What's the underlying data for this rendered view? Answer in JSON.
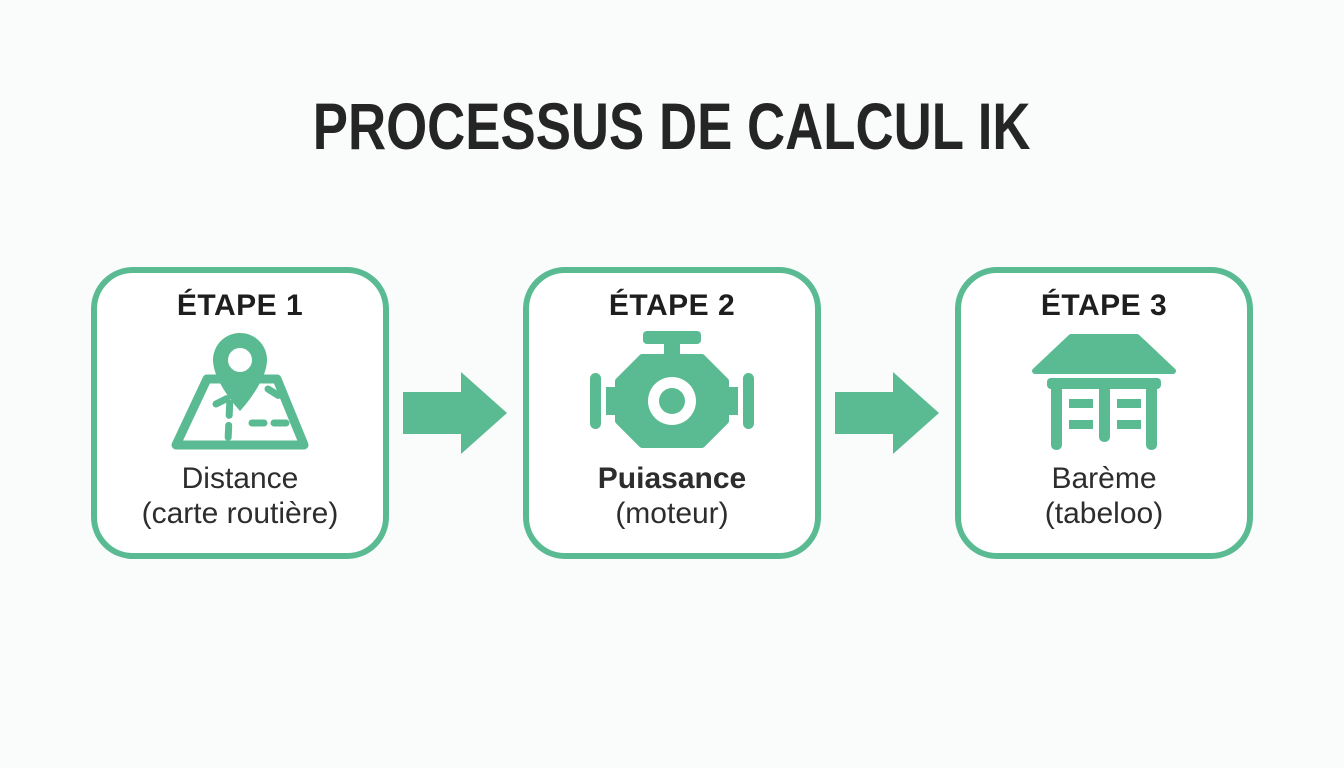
{
  "page": {
    "title": "PROCESSUS DE CALCUL IK"
  },
  "colors": {
    "accent_green": "#5abb93",
    "title_text": "#252525",
    "body_text": "#2d2d2d",
    "page_background": "#fafbfb",
    "box_background": "#ffffff"
  },
  "steps": [
    {
      "header": "ÉTAPE 1",
      "icon": "map-pin-icon",
      "label": "Distance",
      "sublabel": "(carte routière)"
    },
    {
      "header": "ÉTAPE 2",
      "icon": "engine-icon",
      "label": "Puiasance",
      "sublabel": "(moteur)"
    },
    {
      "header": "ÉTAPE 3",
      "icon": "table-icon",
      "label": "Barème",
      "sublabel": "(tabeloo)"
    }
  ],
  "connectors": [
    {
      "icon": "right-arrow-icon"
    },
    {
      "icon": "right-arrow-icon"
    }
  ]
}
